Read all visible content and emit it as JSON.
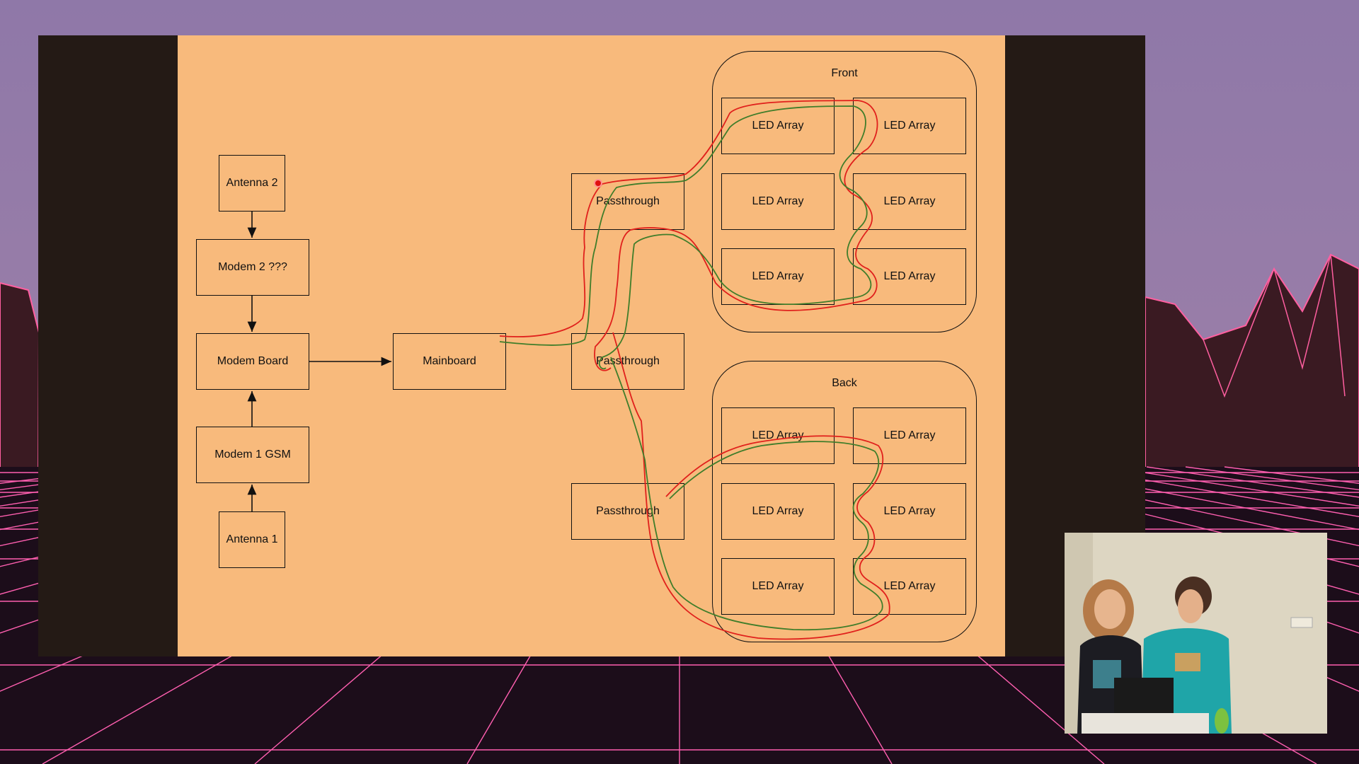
{
  "diagram": {
    "nodes": {
      "antenna2": "Antenna 2",
      "modem2": "Modem 2 ???",
      "modem_board": "Modem Board",
      "modem1": "Modem 1 GSM",
      "antenna1": "Antenna 1",
      "mainboard": "Mainboard",
      "passthrough1": "Passthrough",
      "passthrough2": "Passthrough",
      "passthrough3": "Passthrough"
    },
    "groups": {
      "front": {
        "label": "Front",
        "items": [
          "LED Array",
          "LED Array",
          "LED Array",
          "LED Array",
          "LED Array",
          "LED Array"
        ]
      },
      "back": {
        "label": "Back",
        "items": [
          "LED Array",
          "LED Array",
          "LED Array",
          "LED Array",
          "LED Array",
          "LED Array"
        ]
      }
    },
    "edges": [
      {
        "from": "antenna2",
        "to": "modem2"
      },
      {
        "from": "modem2",
        "to": "modem_board"
      },
      {
        "from": "modem_board",
        "to": "mainboard"
      },
      {
        "from": "modem1",
        "to": "modem_board"
      },
      {
        "from": "antenna1",
        "to": "modem1"
      }
    ],
    "annotation_colors": {
      "red": "#e0201c",
      "green": "#3f7d2a",
      "pointer": "#e01010"
    }
  },
  "colors": {
    "slide_bg": "#f8ba7c",
    "frame": "#241a15",
    "backdrop": "#9479a3",
    "grid": "#ff5fb0"
  }
}
